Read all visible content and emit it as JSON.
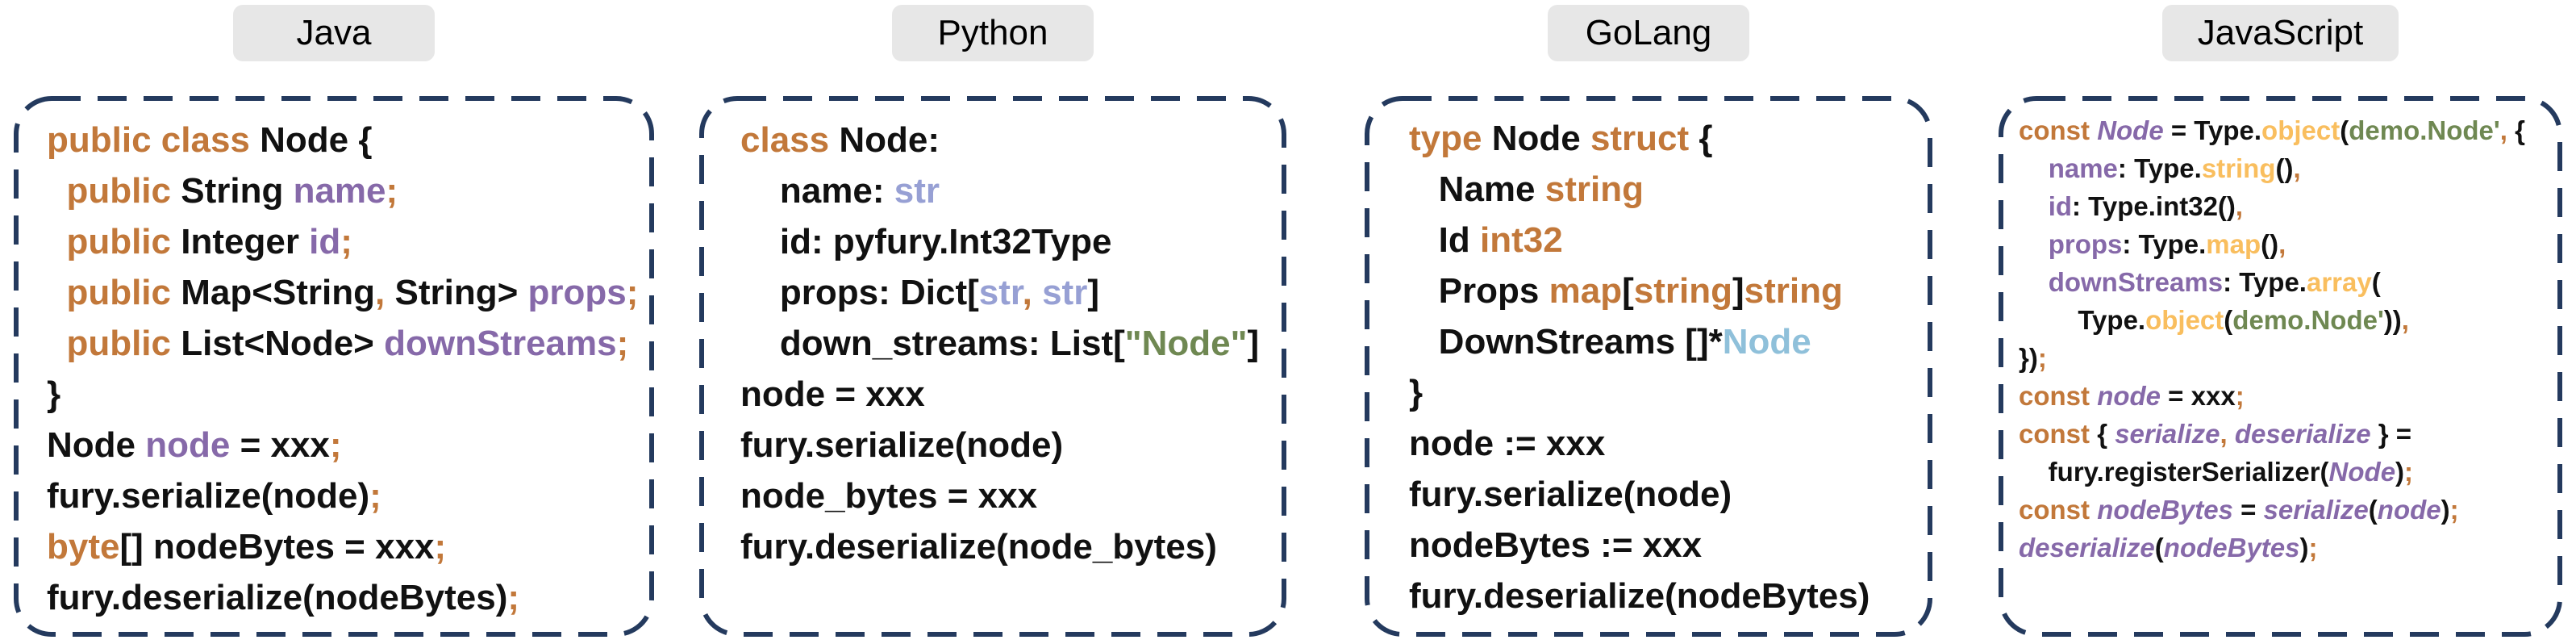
{
  "figure": {
    "description": "Four-language code comparison figure for fury serialization",
    "background": "#FFFFFF"
  },
  "colors": {
    "keyword": "#C2783A",
    "plain": "#111111",
    "variable": "#8669A9",
    "pytype": "#97A0D4",
    "string": "#6F8852",
    "gotype": "#8FC0DA",
    "func": "#F9BE5E",
    "border": "#243A5E",
    "badge_bg": "#E7E7E7",
    "badge_text": "#000000"
  },
  "panels": [
    {
      "id": "java",
      "label": "Java",
      "lines": [
        [
          {
            "t": "public class ",
            "c": "keyword"
          },
          {
            "t": "Node {",
            "c": "plain"
          }
        ],
        [
          {
            "t": "  ",
            "c": "plain"
          },
          {
            "t": "public",
            "c": "keyword"
          },
          {
            "t": " String ",
            "c": "plain"
          },
          {
            "t": "name",
            "c": "variable"
          },
          {
            "t": ";",
            "c": "keyword"
          }
        ],
        [
          {
            "t": "  ",
            "c": "plain"
          },
          {
            "t": "public",
            "c": "keyword"
          },
          {
            "t": " Integer ",
            "c": "plain"
          },
          {
            "t": "id",
            "c": "variable"
          },
          {
            "t": ";",
            "c": "keyword"
          }
        ],
        [
          {
            "t": "  ",
            "c": "plain"
          },
          {
            "t": "public",
            "c": "keyword"
          },
          {
            "t": " Map<String",
            "c": "plain"
          },
          {
            "t": ",",
            "c": "keyword"
          },
          {
            "t": " String> ",
            "c": "plain"
          },
          {
            "t": "props",
            "c": "variable"
          },
          {
            "t": ";",
            "c": "keyword"
          }
        ],
        [
          {
            "t": "  ",
            "c": "plain"
          },
          {
            "t": "public",
            "c": "keyword"
          },
          {
            "t": " List<Node> ",
            "c": "plain"
          },
          {
            "t": "downStreams",
            "c": "variable"
          },
          {
            "t": ";",
            "c": "keyword"
          }
        ],
        [
          {
            "t": "}",
            "c": "plain"
          }
        ],
        [
          {
            "t": "Node ",
            "c": "plain"
          },
          {
            "t": "node",
            "c": "variable"
          },
          {
            "t": " = xxx",
            "c": "plain"
          },
          {
            "t": ";",
            "c": "keyword"
          }
        ],
        [
          {
            "t": "fury.serialize(node)",
            "c": "plain"
          },
          {
            "t": ";",
            "c": "keyword"
          }
        ],
        [
          {
            "t": "byte",
            "c": "keyword"
          },
          {
            "t": "[] nodeBytes = xxx",
            "c": "plain"
          },
          {
            "t": ";",
            "c": "keyword"
          }
        ],
        [
          {
            "t": "fury.deserialize(nodeBytes)",
            "c": "plain"
          },
          {
            "t": ";",
            "c": "keyword"
          }
        ]
      ]
    },
    {
      "id": "python",
      "label": "Python",
      "lines": [
        [
          {
            "t": "class",
            "c": "keyword"
          },
          {
            "t": " Node:",
            "c": "plain"
          }
        ],
        [
          {
            "t": "    name: ",
            "c": "plain"
          },
          {
            "t": "str",
            "c": "pytype"
          }
        ],
        [
          {
            "t": "    id: pyfury.Int32Type",
            "c": "plain"
          }
        ],
        [
          {
            "t": "    props: Dict[",
            "c": "plain"
          },
          {
            "t": "str",
            "c": "pytype"
          },
          {
            "t": ",",
            "c": "keyword"
          },
          {
            "t": " str",
            "c": "pytype"
          },
          {
            "t": "]",
            "c": "plain"
          }
        ],
        [
          {
            "t": "    down_streams: List[",
            "c": "plain"
          },
          {
            "t": "\"Node\"",
            "c": "string"
          },
          {
            "t": "]",
            "c": "plain"
          }
        ],
        [
          {
            "t": "node = xxx",
            "c": "plain"
          }
        ],
        [
          {
            "t": "fury.serialize(node)",
            "c": "plain"
          }
        ],
        [
          {
            "t": "node_bytes = xxx",
            "c": "plain"
          }
        ],
        [
          {
            "t": "fury.deserialize(node_bytes)",
            "c": "plain"
          }
        ]
      ]
    },
    {
      "id": "golang",
      "label": "GoLang",
      "lines": [
        [
          {
            "t": "type",
            "c": "keyword"
          },
          {
            "t": " Node ",
            "c": "plain"
          },
          {
            "t": "struct",
            "c": "keyword"
          },
          {
            "t": " {",
            "c": "plain"
          }
        ],
        [
          {
            "t": "   Name ",
            "c": "plain"
          },
          {
            "t": "string",
            "c": "keyword"
          }
        ],
        [
          {
            "t": "   Id ",
            "c": "plain"
          },
          {
            "t": "int32",
            "c": "keyword"
          }
        ],
        [
          {
            "t": "   Props ",
            "c": "plain"
          },
          {
            "t": "map",
            "c": "keyword"
          },
          {
            "t": "[",
            "c": "plain"
          },
          {
            "t": "string",
            "c": "keyword"
          },
          {
            "t": "]",
            "c": "plain"
          },
          {
            "t": "string",
            "c": "keyword"
          }
        ],
        [
          {
            "t": "   DownStreams []*",
            "c": "plain"
          },
          {
            "t": "Node",
            "c": "gotype"
          }
        ],
        [
          {
            "t": "}",
            "c": "plain"
          }
        ],
        [
          {
            "t": "node := xxx",
            "c": "plain"
          }
        ],
        [
          {
            "t": "fury.serialize(node)",
            "c": "plain"
          }
        ],
        [
          {
            "t": "nodeBytes := xxx",
            "c": "plain"
          }
        ],
        [
          {
            "t": "fury.deserialize(nodeBytes)",
            "c": "plain"
          }
        ]
      ]
    },
    {
      "id": "javascript",
      "label": "JavaScript",
      "lines": [
        [
          {
            "t": "const ",
            "c": "keyword"
          },
          {
            "t": "Node",
            "c": "variable",
            "i": true
          },
          {
            "t": " = Type.",
            "c": "plain"
          },
          {
            "t": "object",
            "c": "func"
          },
          {
            "t": "(",
            "c": "plain"
          },
          {
            "t": "demo.Node'",
            "c": "string"
          },
          {
            "t": ",",
            "c": "keyword"
          },
          {
            "t": " {",
            "c": "plain"
          }
        ],
        [
          {
            "t": "    ",
            "c": "plain"
          },
          {
            "t": "name",
            "c": "variable"
          },
          {
            "t": ": Type.",
            "c": "plain"
          },
          {
            "t": "string",
            "c": "func"
          },
          {
            "t": "()",
            "c": "plain"
          },
          {
            "t": ",",
            "c": "keyword"
          }
        ],
        [
          {
            "t": "    ",
            "c": "plain"
          },
          {
            "t": "id",
            "c": "variable"
          },
          {
            "t": ": Type.int32()",
            "c": "plain"
          },
          {
            "t": ",",
            "c": "keyword"
          }
        ],
        [
          {
            "t": "    ",
            "c": "plain"
          },
          {
            "t": "props",
            "c": "variable"
          },
          {
            "t": ": Type.",
            "c": "plain"
          },
          {
            "t": "map",
            "c": "func"
          },
          {
            "t": "()",
            "c": "plain"
          },
          {
            "t": ",",
            "c": "keyword"
          }
        ],
        [
          {
            "t": "    ",
            "c": "plain"
          },
          {
            "t": "downStreams",
            "c": "variable"
          },
          {
            "t": ": Type.",
            "c": "plain"
          },
          {
            "t": "array",
            "c": "func"
          },
          {
            "t": "(",
            "c": "plain"
          }
        ],
        [
          {
            "t": "        Type.",
            "c": "plain"
          },
          {
            "t": "object",
            "c": "func"
          },
          {
            "t": "(",
            "c": "plain"
          },
          {
            "t": "demo.Node'",
            "c": "string"
          },
          {
            "t": "))",
            "c": "plain"
          },
          {
            "t": ",",
            "c": "keyword"
          }
        ],
        [
          {
            "t": "})",
            "c": "plain"
          },
          {
            "t": ";",
            "c": "keyword"
          }
        ],
        [
          {
            "t": "const ",
            "c": "keyword"
          },
          {
            "t": "node",
            "c": "variable",
            "i": true
          },
          {
            "t": " = xxx",
            "c": "plain"
          },
          {
            "t": ";",
            "c": "keyword"
          }
        ],
        [
          {
            "t": "const ",
            "c": "keyword"
          },
          {
            "t": "{ ",
            "c": "plain"
          },
          {
            "t": "serialize",
            "c": "variable",
            "i": true
          },
          {
            "t": ",",
            "c": "keyword"
          },
          {
            "t": " ",
            "c": "plain"
          },
          {
            "t": "deserialize",
            "c": "variable",
            "i": true
          },
          {
            "t": " } =",
            "c": "plain"
          }
        ],
        [
          {
            "t": "    fury.registerSerializer(",
            "c": "plain"
          },
          {
            "t": "Node",
            "c": "variable",
            "i": true
          },
          {
            "t": ")",
            "c": "plain"
          },
          {
            "t": ";",
            "c": "keyword"
          }
        ],
        [
          {
            "t": "const ",
            "c": "keyword"
          },
          {
            "t": "nodeBytes",
            "c": "variable",
            "i": true
          },
          {
            "t": " = ",
            "c": "plain"
          },
          {
            "t": "serialize",
            "c": "variable",
            "i": true
          },
          {
            "t": "(",
            "c": "plain"
          },
          {
            "t": "node",
            "c": "variable",
            "i": true
          },
          {
            "t": ")",
            "c": "plain"
          },
          {
            "t": ";",
            "c": "keyword"
          }
        ],
        [
          {
            "t": "deserialize",
            "c": "variable",
            "i": true
          },
          {
            "t": "(",
            "c": "plain"
          },
          {
            "t": "nodeBytes",
            "c": "variable",
            "i": true
          },
          {
            "t": ")",
            "c": "plain"
          },
          {
            "t": ";",
            "c": "keyword"
          }
        ]
      ]
    }
  ]
}
